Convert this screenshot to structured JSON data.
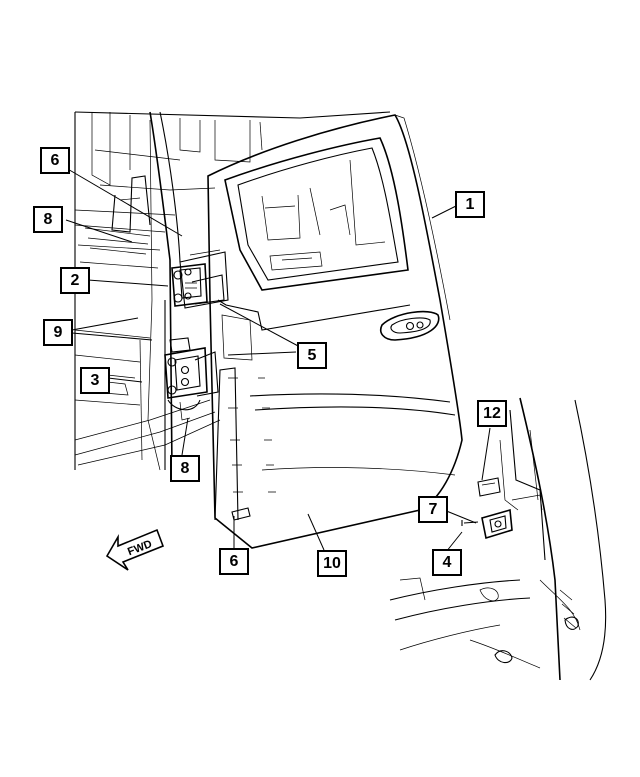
{
  "callouts": {
    "c1": "1",
    "c2": "2",
    "c3": "3",
    "c4": "4",
    "c5": "5",
    "c6a": "6",
    "c6b": "6",
    "c7": "7",
    "c8a": "8",
    "c8b": "8",
    "c9": "9",
    "c10": "10",
    "c12": "12"
  },
  "fwd_label": "FWD"
}
